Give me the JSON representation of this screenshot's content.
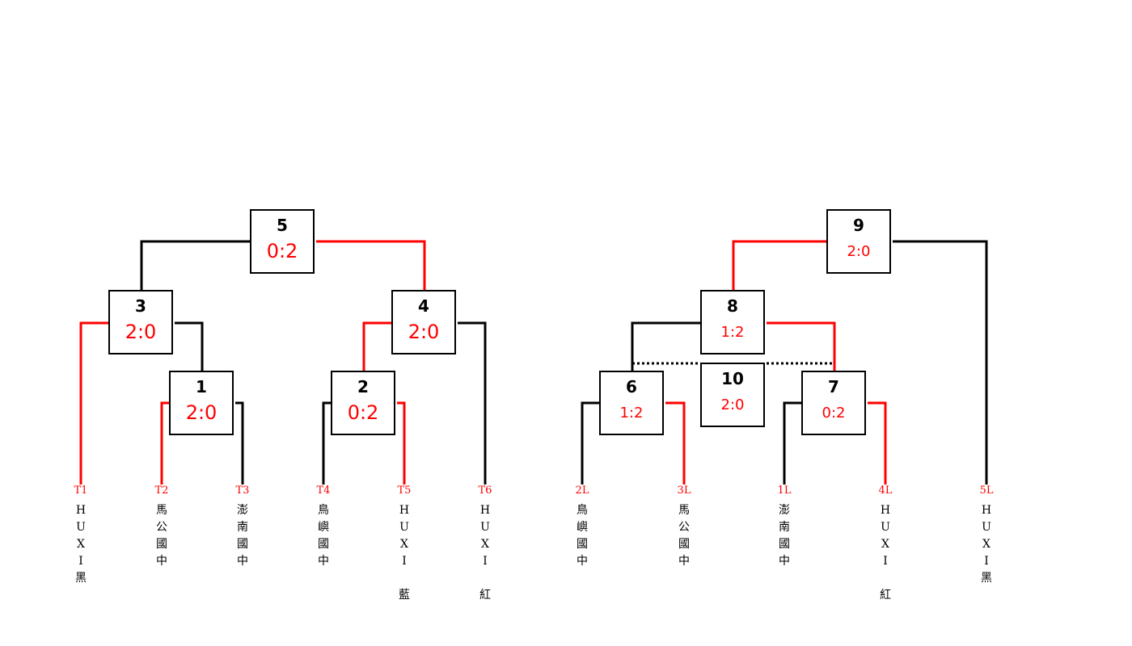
{
  "colors": {
    "winner": "#ff0000",
    "loser": "#000000"
  },
  "matches": [
    {
      "id": "m5",
      "number": "5",
      "score": "0:2"
    },
    {
      "id": "m3",
      "number": "3",
      "score": "2:0"
    },
    {
      "id": "m4",
      "number": "4",
      "score": "2:0"
    },
    {
      "id": "m1",
      "number": "1",
      "score": "2:0"
    },
    {
      "id": "m2",
      "number": "2",
      "score": "0:2"
    },
    {
      "id": "m9",
      "number": "9",
      "score": "2:0"
    },
    {
      "id": "m8",
      "number": "8",
      "score": "1:2"
    },
    {
      "id": "m6",
      "number": "6",
      "score": "1:2"
    },
    {
      "id": "m7",
      "number": "7",
      "score": "0:2"
    },
    {
      "id": "m10",
      "number": "10",
      "score": "2:0"
    }
  ],
  "teams": [
    {
      "code": "T1",
      "name": [
        "H",
        "U",
        "X",
        "I",
        "黑"
      ]
    },
    {
      "code": "T2",
      "name": [
        "馬",
        "公",
        "國",
        "中"
      ]
    },
    {
      "code": "T3",
      "name": [
        "澎",
        "南",
        "國",
        "中"
      ]
    },
    {
      "code": "T4",
      "name": [
        "鳥",
        "嶼",
        "國",
        "中"
      ]
    },
    {
      "code": "T5",
      "name": [
        "H",
        "U",
        "X",
        "I",
        "",
        "藍"
      ]
    },
    {
      "code": "T6",
      "name": [
        "H",
        "U",
        "X",
        "I",
        "",
        "紅"
      ]
    },
    {
      "code": "2L",
      "name": [
        "鳥",
        "嶼",
        "國",
        "中"
      ]
    },
    {
      "code": "3L",
      "name": [
        "馬",
        "公",
        "國",
        "中"
      ]
    },
    {
      "code": "1L",
      "name": [
        "澎",
        "南",
        "國",
        "中"
      ]
    },
    {
      "code": "4L",
      "name": [
        "H",
        "U",
        "X",
        "I",
        "",
        "紅"
      ]
    },
    {
      "code": "5L",
      "name": [
        "H",
        "U",
        "X",
        "I",
        "黑"
      ]
    }
  ]
}
